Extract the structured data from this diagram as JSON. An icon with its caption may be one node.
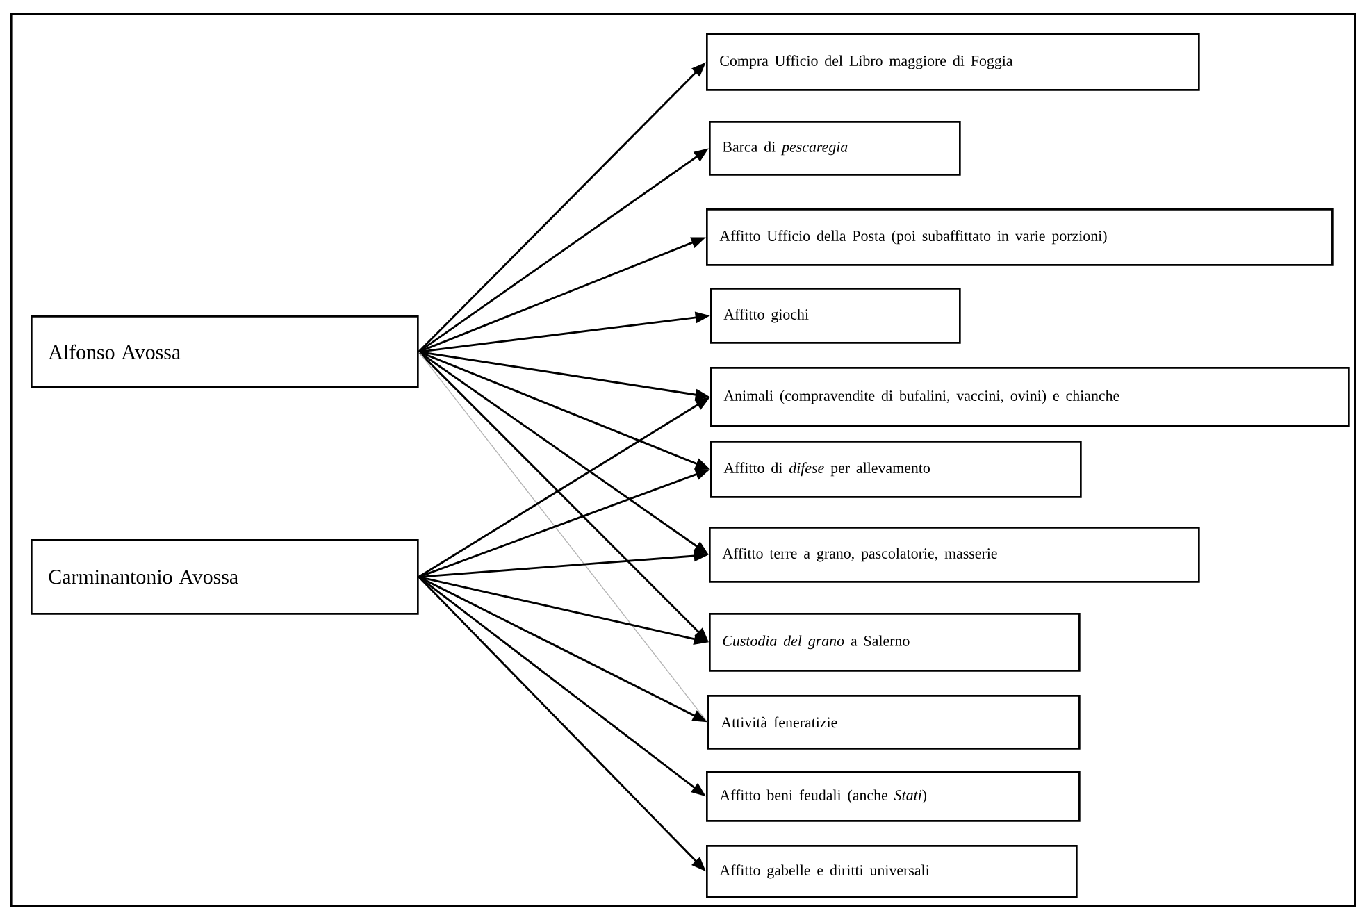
{
  "diagram": {
    "nodes": [
      {
        "text": [
          "Alfonso Avossa"
        ]
      },
      {
        "text": [
          "Carminantonio Avossa"
        ]
      },
      {
        "text": [
          "Compra Ufficio del Libro maggiore di Foggia"
        ]
      },
      {
        "text": [
          "Barca di *pescaregia*"
        ]
      },
      {
        "text": [
          "Affitto Ufficio della Posta (poi subaffittato in varie porzioni)"
        ]
      },
      {
        "text": [
          "Affitto giochi"
        ]
      },
      {
        "text": [
          "Animali (compravendite di bufalini, vaccini, ovini) e chianche"
        ]
      },
      {
        "text": [
          "Affitto di *difese* per allevamento"
        ]
      },
      {
        "text": [
          "Affitto terre a grano, pascolatorie, masserie"
        ]
      },
      {
        "text": [
          "*Custodia del grano* a Salerno"
        ]
      },
      {
        "text": [
          "Attività feneratizie"
        ]
      },
      {
        "text": [
          "Affitto beni feudali (anche *Stati*)"
        ]
      },
      {
        "text": [
          "Affitto gabelle e diritti universali"
        ]
      }
    ],
    "edges": [
      {
        "from": 0,
        "to": 2,
        "arrow": "to"
      },
      {
        "from": 0,
        "to": 3,
        "arrow": "to"
      },
      {
        "from": 0,
        "to": 4,
        "arrow": "to"
      },
      {
        "from": 0,
        "to": 5,
        "arrow": "to"
      },
      {
        "from": 0,
        "to": 6,
        "arrow": "to"
      },
      {
        "from": 0,
        "to": 7,
        "arrow": "to"
      },
      {
        "from": 0,
        "to": 8,
        "arrow": "to"
      },
      {
        "from": 0,
        "to": 9,
        "arrow": "to"
      },
      {
        "from": 0,
        "to": 10,
        "arrow": "none",
        "color": "#b4b4b4"
      },
      {
        "from": 1,
        "to": 6,
        "arrow": "to"
      },
      {
        "from": 1,
        "to": 7,
        "arrow": "to"
      },
      {
        "from": 1,
        "to": 8,
        "arrow": "to"
      },
      {
        "from": 1,
        "to": 9,
        "arrow": "to"
      },
      {
        "from": 1,
        "to": 10,
        "arrow": "to"
      },
      {
        "from": 1,
        "to": 11,
        "arrow": "to"
      },
      {
        "from": 1,
        "to": 12,
        "arrow": "to"
      }
    ]
  }
}
